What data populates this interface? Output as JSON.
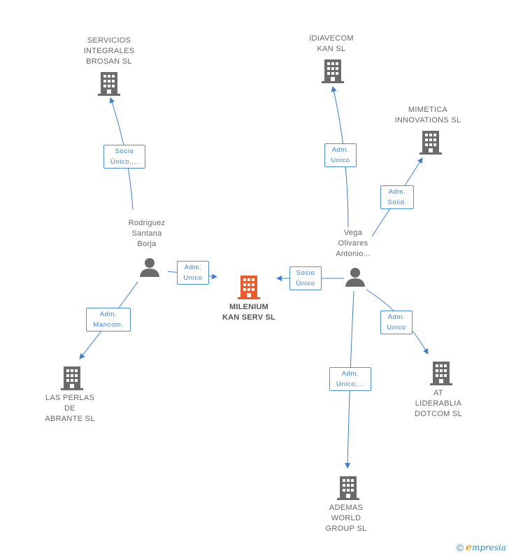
{
  "colors": {
    "edge": "#3b7fd1",
    "building": "#6b6b6b",
    "center_building": "#f05a28",
    "person": "#6b6b6b"
  },
  "nodes": {
    "center": {
      "lines": [
        "MILENIUM",
        "KAN SERV  SL"
      ],
      "icon": "building-icon"
    },
    "servicios": {
      "lines": [
        "SERVICIOS",
        "INTEGRALES",
        "BROSAN SL"
      ],
      "icon": "building-icon"
    },
    "idiavecom": {
      "lines": [
        "IDIAVECOM",
        "KAN SL"
      ],
      "icon": "building-icon"
    },
    "mimetica": {
      "lines": [
        "MIMETICA",
        "INNOVATIONS SL"
      ],
      "icon": "building-icon"
    },
    "rodriguez": {
      "lines": [
        "Rodriguez",
        "Santana",
        "Borja"
      ],
      "icon": "person-icon"
    },
    "vega": {
      "lines": [
        "Vega",
        "Olivares",
        "Antonio..."
      ],
      "icon": "person-icon"
    },
    "perlas": {
      "lines": [
        "LAS PERLAS",
        "DE",
        "ABRANTE  SL"
      ],
      "icon": "building-icon"
    },
    "at": {
      "lines": [
        "AT",
        "LIDERABLIA",
        "DOTCOM  SL"
      ],
      "icon": "building-icon"
    },
    "ademas": {
      "lines": [
        "ADEMAS",
        "WORLD",
        "GROUP  SL"
      ],
      "icon": "building-icon"
    }
  },
  "edges": {
    "rod_servicios": {
      "lines": [
        "Socio",
        "Único,..."
      ]
    },
    "rod_center": {
      "lines": [
        "Adm.",
        "Unico"
      ]
    },
    "rod_perlas": {
      "lines": [
        "Adm.",
        "Mancom."
      ]
    },
    "vega_idiavecom": {
      "lines": [
        "Adm.",
        "Unico"
      ]
    },
    "vega_mimetica": {
      "lines": [
        "Adm.",
        "Solid."
      ]
    },
    "vega_center": {
      "lines": [
        "Socio",
        "Único"
      ]
    },
    "vega_at": {
      "lines": [
        "Adm.",
        "Unico"
      ]
    },
    "vega_ademas": {
      "lines": [
        "Adm.",
        "Unico,..."
      ]
    }
  },
  "footer": {
    "copyright": "©",
    "brand_initial": "e",
    "brand_rest": "mpresia"
  }
}
